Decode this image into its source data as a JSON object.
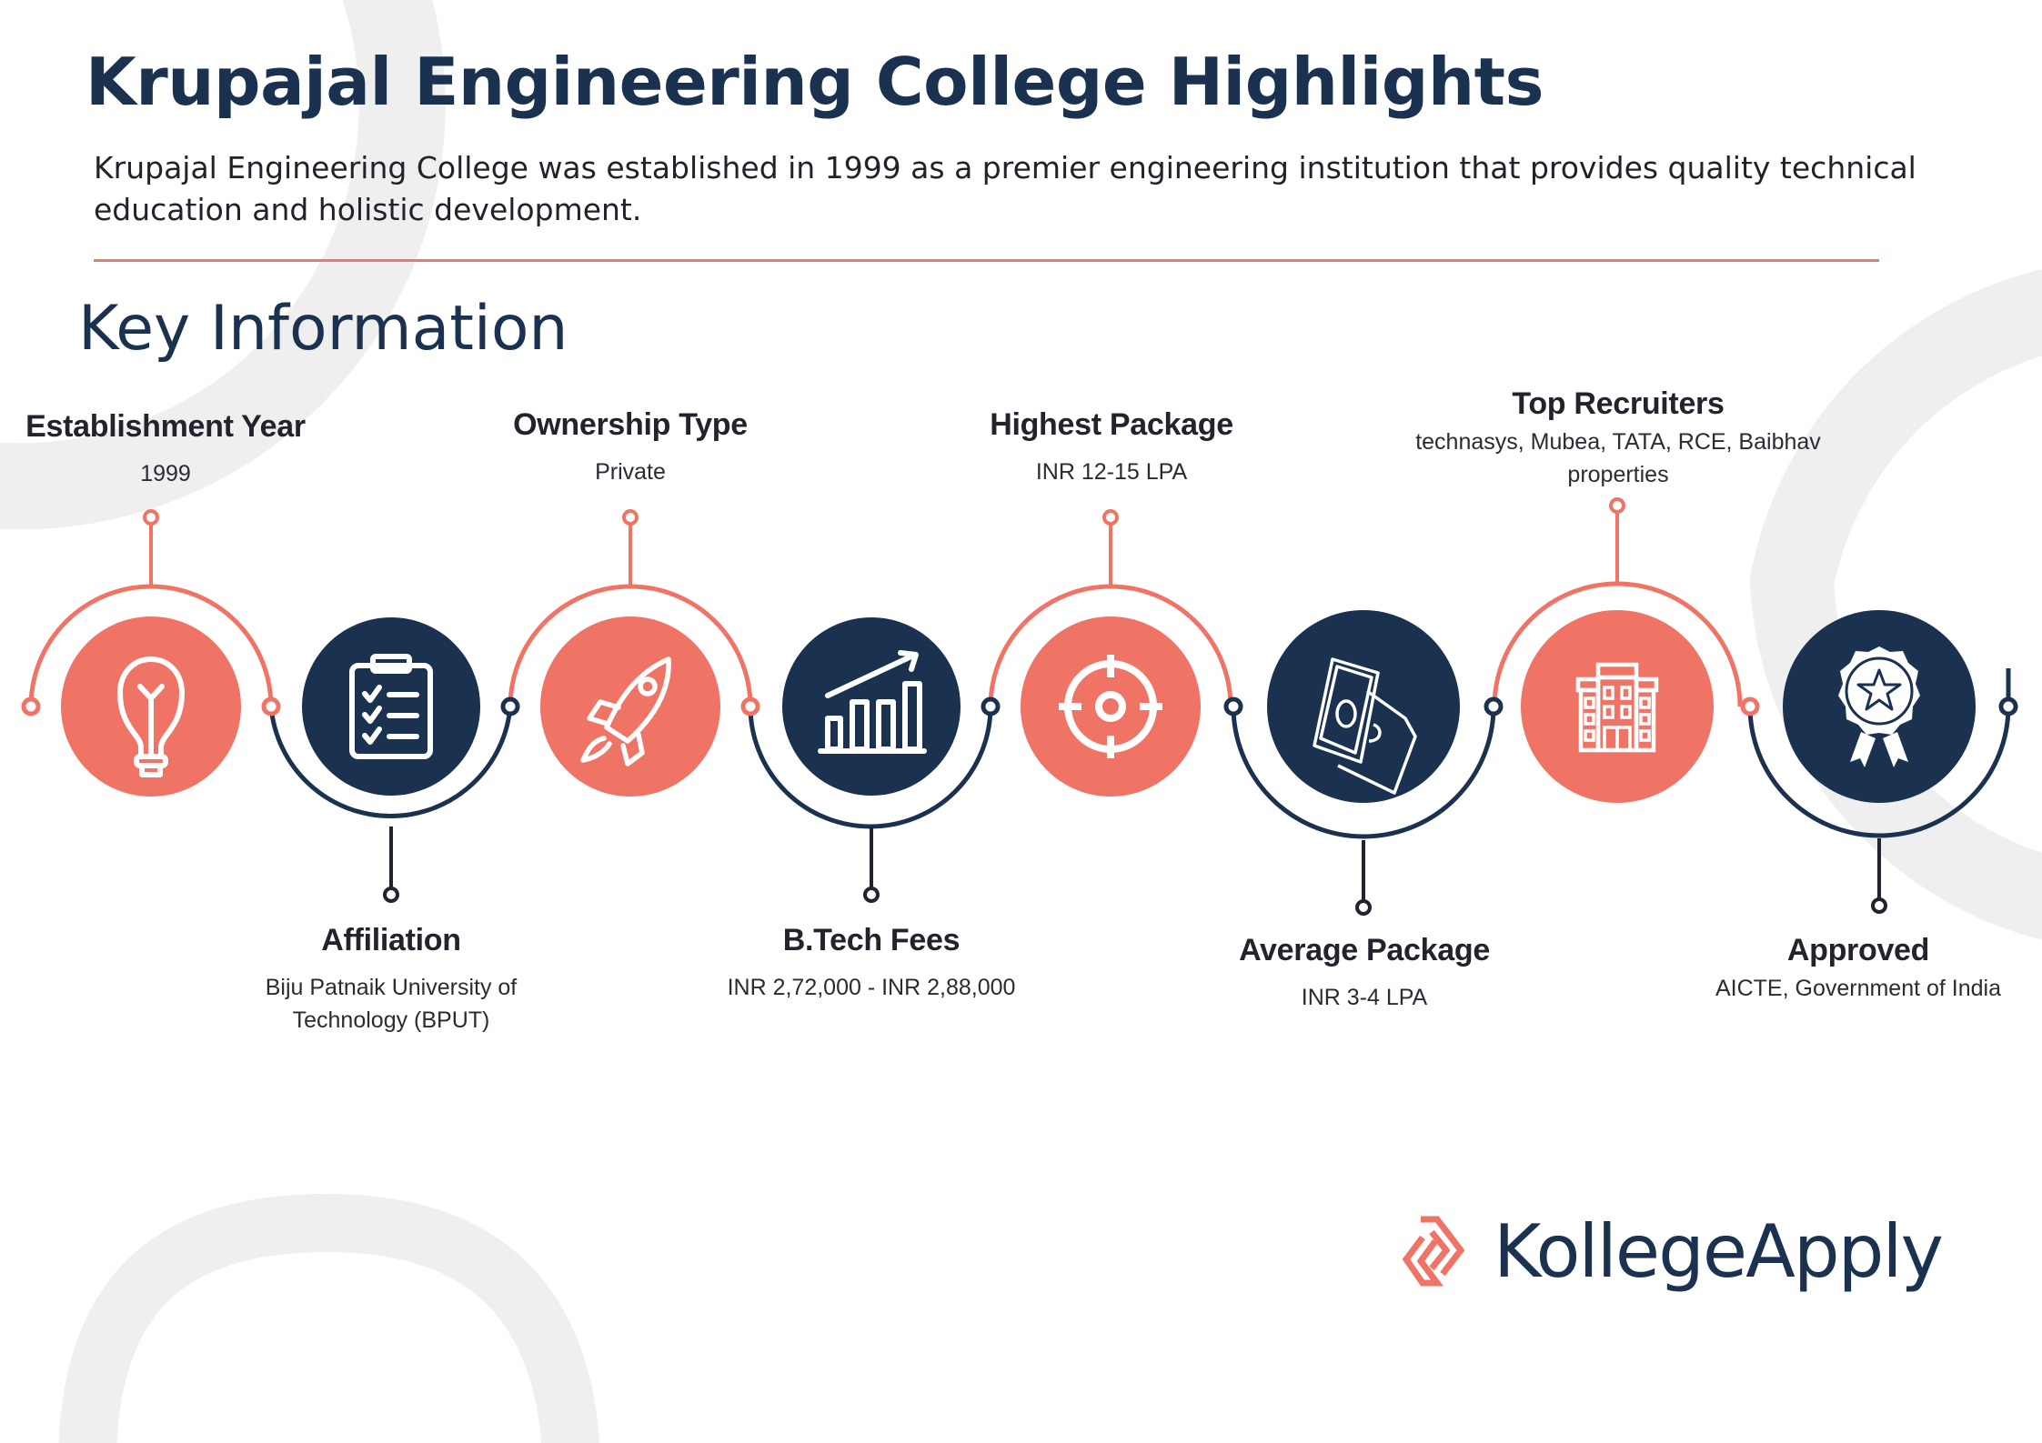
{
  "header": {
    "title": "Krupajal Engineering College Highlights",
    "description": "Krupajal Engineering College was established in 1999 as a premier engineering institution that provides quality technical education and holistic development."
  },
  "section": {
    "title": "Key Information"
  },
  "colors": {
    "navy": "#1a3150",
    "coral": "#f07466",
    "divider": "#ec7a6a",
    "decor_gray": "#efefef"
  },
  "timeline": {
    "items": [
      {
        "title": "Establishment Year",
        "value": "1999",
        "icon": "lightbulb-icon",
        "color": "coral",
        "position": "top"
      },
      {
        "title": "Affiliation",
        "value_line1": "Biju Patnaik University of",
        "value_line2": "Technology (BPUT)",
        "icon": "clipboard-checklist-icon",
        "color": "navy",
        "position": "bottom"
      },
      {
        "title": "Ownership Type",
        "value": "Private",
        "icon": "rocket-icon",
        "color": "coral",
        "position": "top"
      },
      {
        "title": "B.Tech Fees",
        "value": "INR 2,72,000 - INR 2,88,000",
        "icon": "growth-chart-icon",
        "color": "navy",
        "position": "bottom"
      },
      {
        "title": "Highest Package",
        "value": "INR 12-15 LPA",
        "icon": "target-icon",
        "color": "coral",
        "position": "top"
      },
      {
        "title": "Average Package",
        "value": "INR 3-4 LPA",
        "icon": "money-bills-icon",
        "color": "navy",
        "position": "bottom"
      },
      {
        "title": "Top Recruiters",
        "value_line1": "technasys, Mubea, TATA, RCE, Baibhav",
        "value_line2": "properties",
        "icon": "building-icon",
        "color": "coral",
        "position": "top"
      },
      {
        "title": "Approved",
        "value": "AICTE, Government of India",
        "icon": "award-badge-icon",
        "color": "navy",
        "position": "bottom"
      }
    ]
  },
  "logo": {
    "text": "KollegeApply"
  }
}
